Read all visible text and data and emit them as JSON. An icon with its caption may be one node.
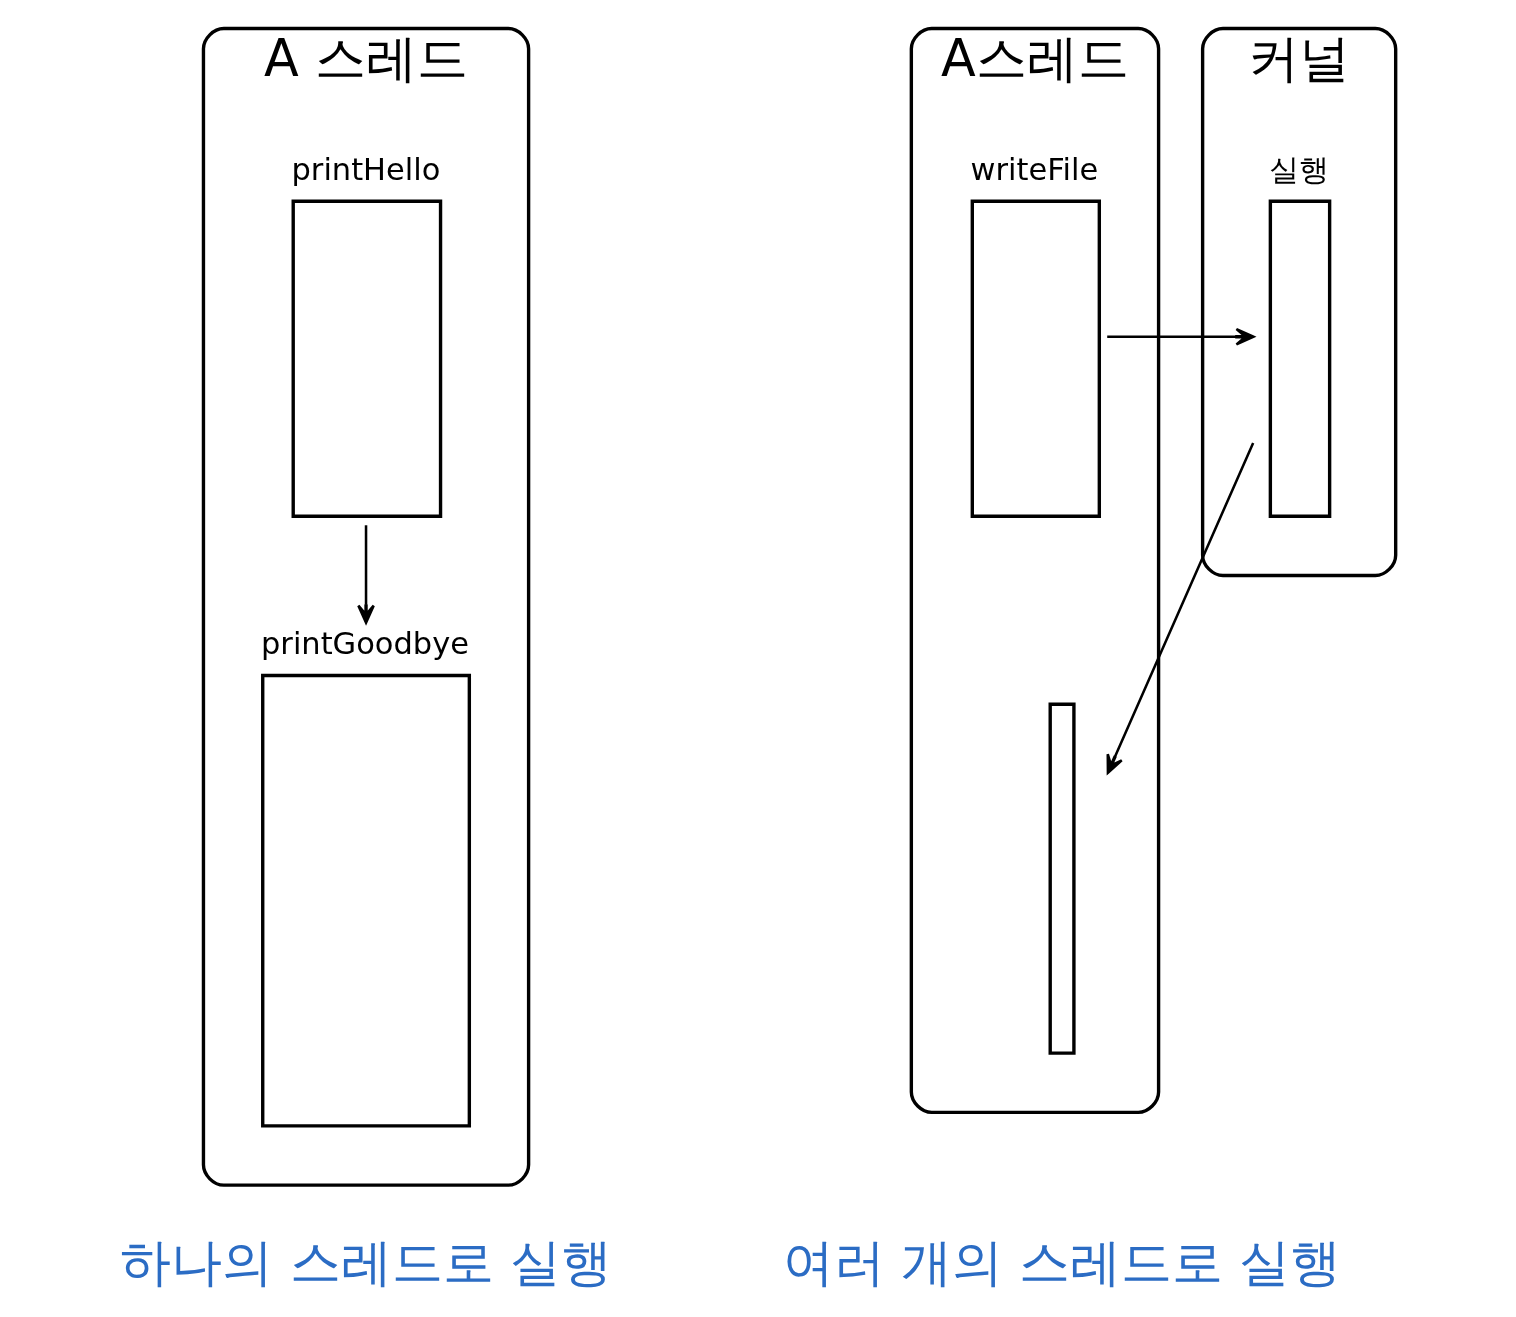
{
  "diagram": {
    "nodes": [
      {
        "text": [
          "A 스레드"
        ]
      },
      {
        "text": [],
        "shape": "bar",
        "beside": [
          "printHello"
        ],
        "in": 0
      },
      {
        "text": [],
        "shape": "bar",
        "beside": [
          "printGoodbye"
        ],
        "in": 0
      },
      {
        "text": [
          "A스레드"
        ]
      },
      {
        "text": [],
        "shape": "bar",
        "beside": [
          "writeFile"
        ],
        "in": 3
      },
      {
        "text": [],
        "shape": "bar",
        "in": 3
      },
      {
        "text": [
          "커널"
        ]
      },
      {
        "text": [],
        "shape": "bar",
        "beside": [
          "실행"
        ],
        "in": 6
      }
    ],
    "edges": [
      {
        "from": 1,
        "to": 2,
        "arrow": "to"
      },
      {
        "from": 4,
        "to": 7,
        "arrow": "to"
      },
      {
        "from": 7,
        "to": 5,
        "arrow": "to"
      }
    ],
    "labels": [
      "하나의 스레드로 실행",
      "여러 개의 스레드로 실행"
    ]
  }
}
